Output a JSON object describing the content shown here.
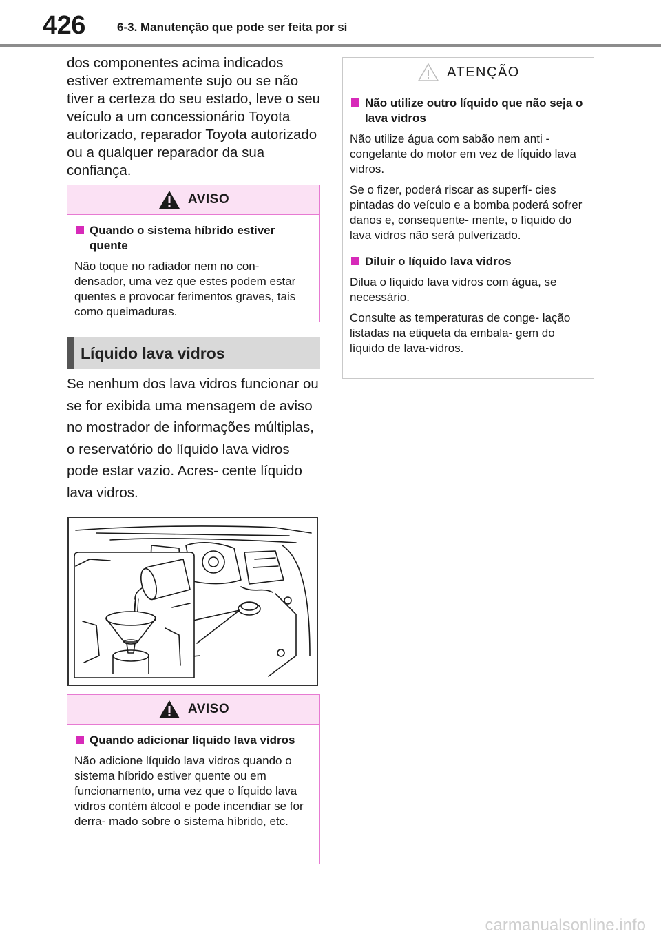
{
  "header": {
    "page_number": "426",
    "section_title": "6-3. Manutenção que pode ser feita por si"
  },
  "intro_text": "dos componentes acima indicados estiver extremamente sujo ou se não tiver a certeza do seu estado, leve o seu veículo a um concessionário Toyota autorizado, reparador Toyota autorizado ou a qualquer reparador da sua confiança.",
  "warning_1": {
    "label": "AVISO",
    "heading": "Quando o sistema híbrido estiver quente",
    "text": "Não toque no radiador nem no con- densador, uma vez que estes podem estar quentes e provocar ferimentos graves, tais como queimaduras."
  },
  "topic": {
    "title": "Líquido lava vidros",
    "body": "Se nenhum dos lava vidros funcionar ou se for exibida uma mensagem de aviso no mostrador de informações múltiplas, o reservatório do líquido lava vidros pode estar vazio. Acres- cente líquido lava vidros."
  },
  "figure": {
    "icon": "engine-bay-washer-fluid-illustration"
  },
  "warning_2": {
    "label": "AVISO",
    "heading": "Quando adicionar líquido lava vidros",
    "text": "Não adicione líquido lava vidros quando o sistema híbrido estiver quente ou em funcionamento, uma vez que o líquido lava vidros contém álcool e pode incendiar se for derra- mado sobre o sistema híbrido, etc."
  },
  "notice": {
    "label": "ATENÇÃO",
    "sections": [
      {
        "heading": "Não utilize outro líquido que não seja o lava vidros",
        "paragraphs": [
          "Não utilize água com sabão nem anti -congelante do motor em vez de líquido lava vidros.",
          "Se o fizer, poderá riscar as superfí- cies pintadas do veículo e a bomba poderá sofrer danos e, consequente- mente, o líquido do lava vidros não será pulverizado."
        ]
      },
      {
        "heading": "Diluir o líquido lava vidros",
        "paragraphs": [
          "Dilua o líquido lava vidros com água, se necessário.",
          "Consulte as temperaturas de conge- lação listadas na etiqueta da embala- gem do líquido de lava-vidros."
        ]
      }
    ]
  },
  "watermark": "carmanualsonline.info",
  "colors": {
    "accent_magenta": "#d72ab9",
    "warning_border": "#e77ad2",
    "warning_header_bg": "#fbe1f4",
    "topic_bar_bg": "#d9d9d9"
  }
}
